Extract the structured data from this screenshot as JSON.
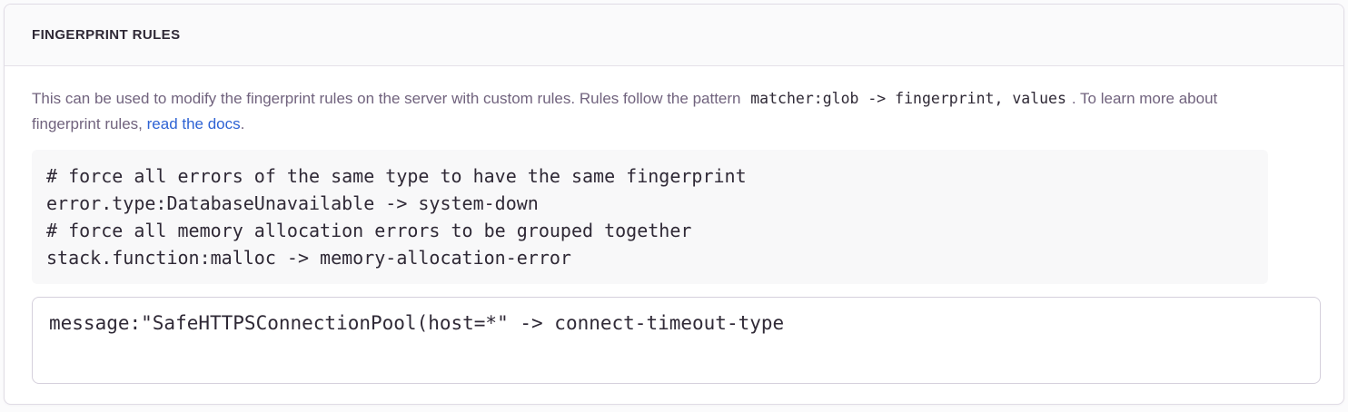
{
  "panel": {
    "title": "FINGERPRINT RULES"
  },
  "description": {
    "text_before_code": "This can be used to modify the fingerprint rules on the server with custom rules. Rules follow the pattern",
    "inline_code": "matcher:glob -> fingerprint, values",
    "text_after_code": ". To learn more about fingerprint rules,",
    "link_text": "read the docs",
    "text_end": "."
  },
  "example_code": {
    "lines": [
      "# force all errors of the same type to have the same fingerprint",
      "error.type:DatabaseUnavailable -> system-down",
      "# force all memory allocation errors to be grouped together",
      "stack.function:malloc -> memory-allocation-error"
    ]
  },
  "editor": {
    "value": "message:\"SafeHTTPSConnectionPool(host=*\" -> connect-timeout-type"
  },
  "colors": {
    "link_blue": "#2e63d4",
    "heading_text": "#2f2936",
    "body_text": "#71637e",
    "code_text": "#2f2936",
    "code_block_bg": "#f8f8f9",
    "panel_border": "#e0dce5",
    "panel_header_bg": "#fafafb",
    "textarea_border": "#d5d0dc",
    "page_bg": "#fbfbfc"
  }
}
